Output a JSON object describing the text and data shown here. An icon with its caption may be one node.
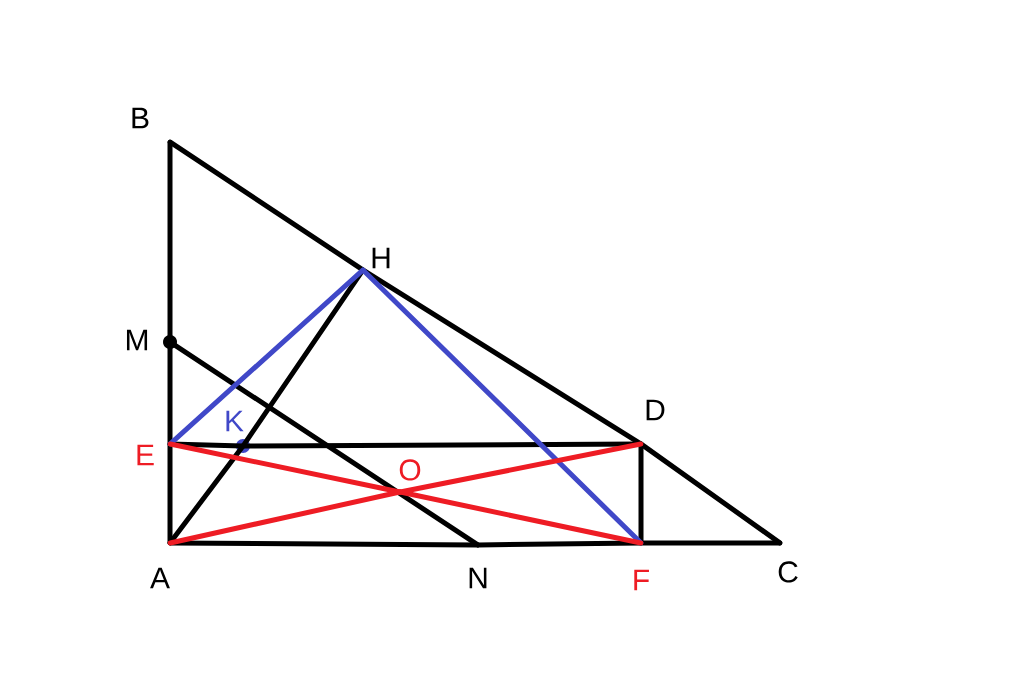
{
  "diagram": {
    "nodes": [
      {
        "text": [
          "B"
        ]
      },
      {
        "text": [
          "H"
        ]
      },
      {
        "text": [
          "M"
        ]
      },
      {
        "text": [
          "D"
        ]
      },
      {
        "text": [
          "K"
        ]
      },
      {
        "text": [
          "E"
        ]
      },
      {
        "text": [
          "O"
        ]
      },
      {
        "text": [
          "A"
        ]
      },
      {
        "text": [
          "N"
        ]
      },
      {
        "text": [
          "F"
        ]
      },
      {
        "text": [
          "C"
        ]
      }
    ],
    "edges": [
      {
        "from": 7,
        "to": 5,
        "arrow": "none"
      },
      {
        "from": 5,
        "to": 2,
        "arrow": "none"
      },
      {
        "from": 2,
        "to": 0,
        "arrow": "none"
      },
      {
        "from": 0,
        "to": 1,
        "arrow": "none"
      },
      {
        "from": 1,
        "to": 3,
        "arrow": "none"
      },
      {
        "from": 3,
        "to": 10,
        "arrow": "none"
      },
      {
        "from": 7,
        "to": 8,
        "arrow": "none"
      },
      {
        "from": 8,
        "to": 9,
        "arrow": "none"
      },
      {
        "from": 9,
        "to": 10,
        "arrow": "none"
      },
      {
        "from": 2,
        "to": 8,
        "arrow": "none"
      },
      {
        "from": 7,
        "to": 4,
        "arrow": "none"
      },
      {
        "from": 4,
        "to": 1,
        "arrow": "none"
      },
      {
        "from": 5,
        "to": 4,
        "arrow": "none"
      },
      {
        "from": 4,
        "to": 3,
        "arrow": "none"
      },
      {
        "from": 3,
        "to": 9,
        "arrow": "none"
      },
      {
        "from": 5,
        "to": 1,
        "arrow": "none",
        "color": "#4048c8"
      },
      {
        "from": 1,
        "to": 9,
        "arrow": "none",
        "color": "#4048c8"
      },
      {
        "from": 5,
        "to": 6,
        "arrow": "none",
        "color": "#ee1c24"
      },
      {
        "from": 6,
        "to": 9,
        "arrow": "none",
        "color": "#ee1c24"
      },
      {
        "from": 7,
        "to": 6,
        "arrow": "none",
        "color": "#ee1c24"
      },
      {
        "from": 6,
        "to": 3,
        "arrow": "none",
        "color": "#ee1c24"
      }
    ]
  }
}
